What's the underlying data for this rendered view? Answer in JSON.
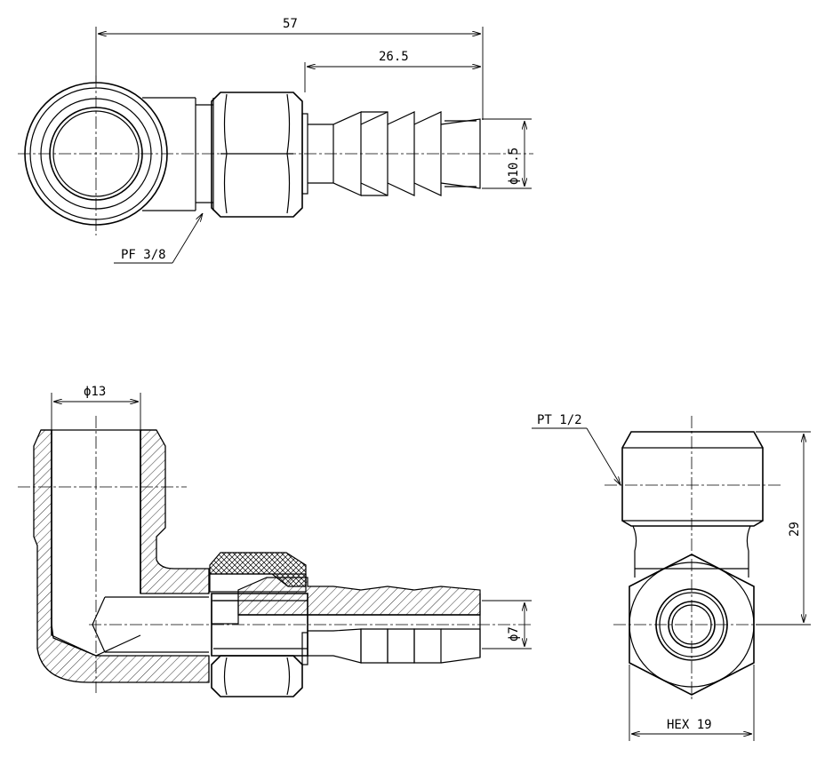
{
  "drawing": {
    "top_view": {
      "dim_overall": "57",
      "dim_hose_length": "26.5",
      "dim_hose_dia": "ϕ10.5",
      "thread_label": "PF 3/8"
    },
    "section_view": {
      "dim_bore": "ϕ13",
      "dim_hose_bore": "ϕ7"
    },
    "side_view": {
      "thread_label": "PT 1/2",
      "dim_height": "29",
      "dim_hex": "HEX 19"
    }
  }
}
